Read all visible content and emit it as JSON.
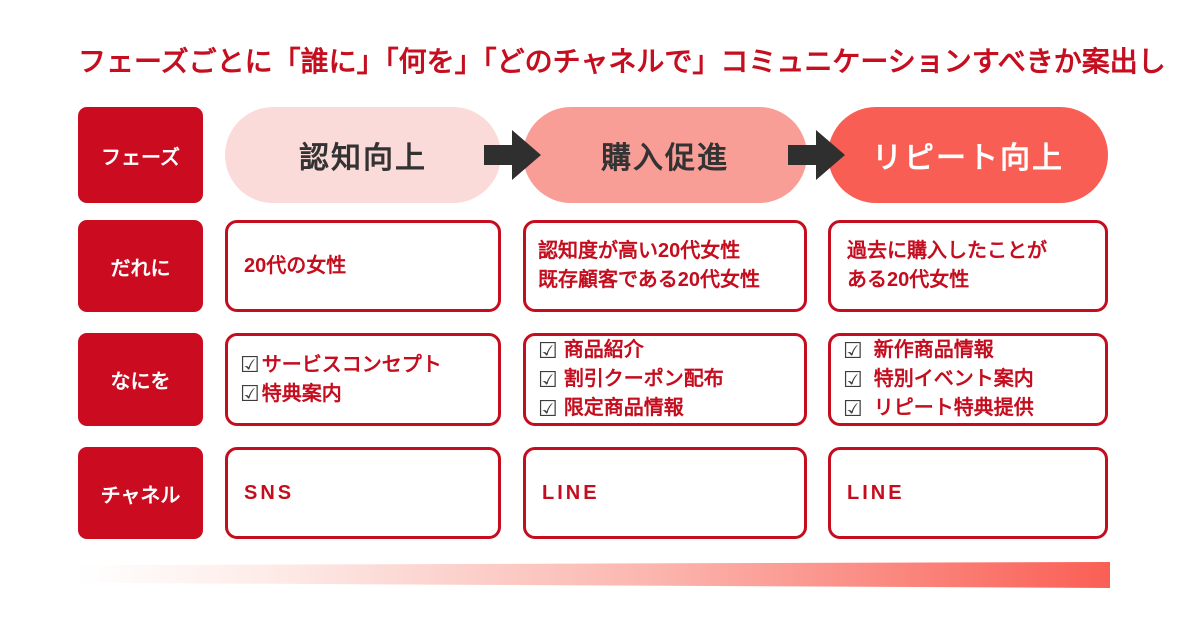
{
  "title": "フェーズごとに「誰に」「何を」「どのチャネルで」コミュニケーションすべきか案出し",
  "colors": {
    "brand_red": "#c40d1e",
    "label_chip_red": "#ca0b20",
    "pill_awareness_bg": "#fbdbd9",
    "pill_purchase_bg": "#f99d97",
    "pill_repeat_bg": "#f85e54",
    "arrow_dark": "#2f2f2f",
    "checkbox_gray": "#3d3d3d",
    "pill_text_dark": "#333333",
    "bar_gradient_end": "#fa5f55"
  },
  "icons": {
    "checkbox": "☑"
  },
  "phase": {
    "label": "フェーズ",
    "pills": [
      {
        "text": "認知向上"
      },
      {
        "text": "購入促進"
      },
      {
        "text": "リピート向上"
      }
    ]
  },
  "who": {
    "label": "だれに",
    "cells": [
      [
        "20代の女性"
      ],
      [
        "認知度が高い20代女性",
        "既存顧客である20代女性"
      ],
      [
        "過去に購入したことが",
        "ある20代女性"
      ]
    ]
  },
  "what": {
    "label": "なにを",
    "cells": [
      [
        "サービスコンセプト",
        "特典案内"
      ],
      [
        "商品紹介",
        "割引クーポン配布",
        "限定商品情報"
      ],
      [
        "新作商品情報",
        "特別イベント案内",
        "リピート特典提供"
      ]
    ]
  },
  "channel": {
    "label": "チャネル",
    "cells": [
      [
        "SNS"
      ],
      [
        "LINE"
      ],
      [
        "LINE"
      ]
    ]
  }
}
